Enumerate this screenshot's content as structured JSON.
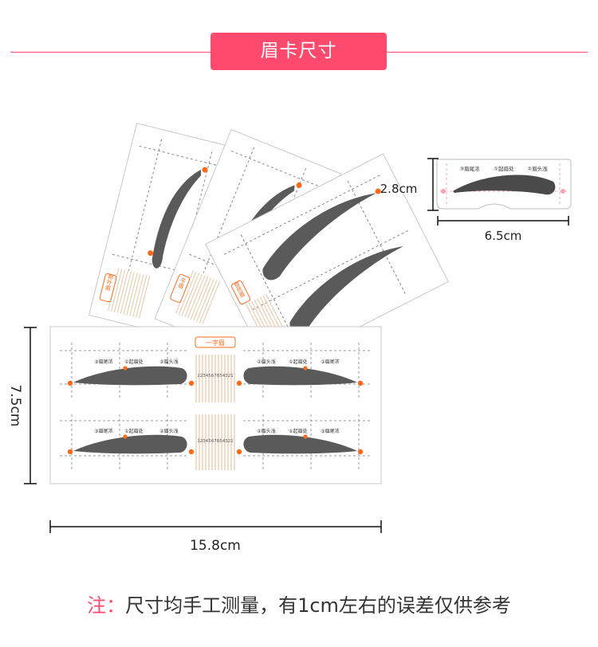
{
  "header": {
    "title": "眉卡尺寸"
  },
  "colors": {
    "accent": "#ff4a6d",
    "marker_orange": "#ff6a1a",
    "eyebrow_shape": "#5a5a5a"
  },
  "small_card": {
    "labels": [
      "③眉尾浓",
      "①起眉处",
      "②眉头浅"
    ],
    "height_label": "2.8cm",
    "width_label": "6.5cm"
  },
  "main_card": {
    "tag": "一字眉",
    "top_left_labels": [
      "③眉尾浓",
      "①起眉处",
      "②眉头浅"
    ],
    "top_right_labels": [
      "②眉头浅",
      "①起眉处",
      "③眉尾浓"
    ],
    "bottom_left_labels": [
      "③眉尾浓",
      "①起眉处",
      "②眉头浅"
    ],
    "bottom_right_labels": [
      "②眉头浅",
      "①起眉处",
      "③眉尾浓"
    ],
    "ruler_numbers": "1234567654321",
    "height_label": "7.5cm",
    "width_label": "15.8cm"
  },
  "back_cards": {
    "tag_1": "柳叶眉",
    "tag_2": "平眉",
    "tag_3": "自然眉"
  },
  "footer": {
    "prefix": "注：",
    "text": "尺寸均手工测量，有1cm左右的误差仅供参考"
  }
}
